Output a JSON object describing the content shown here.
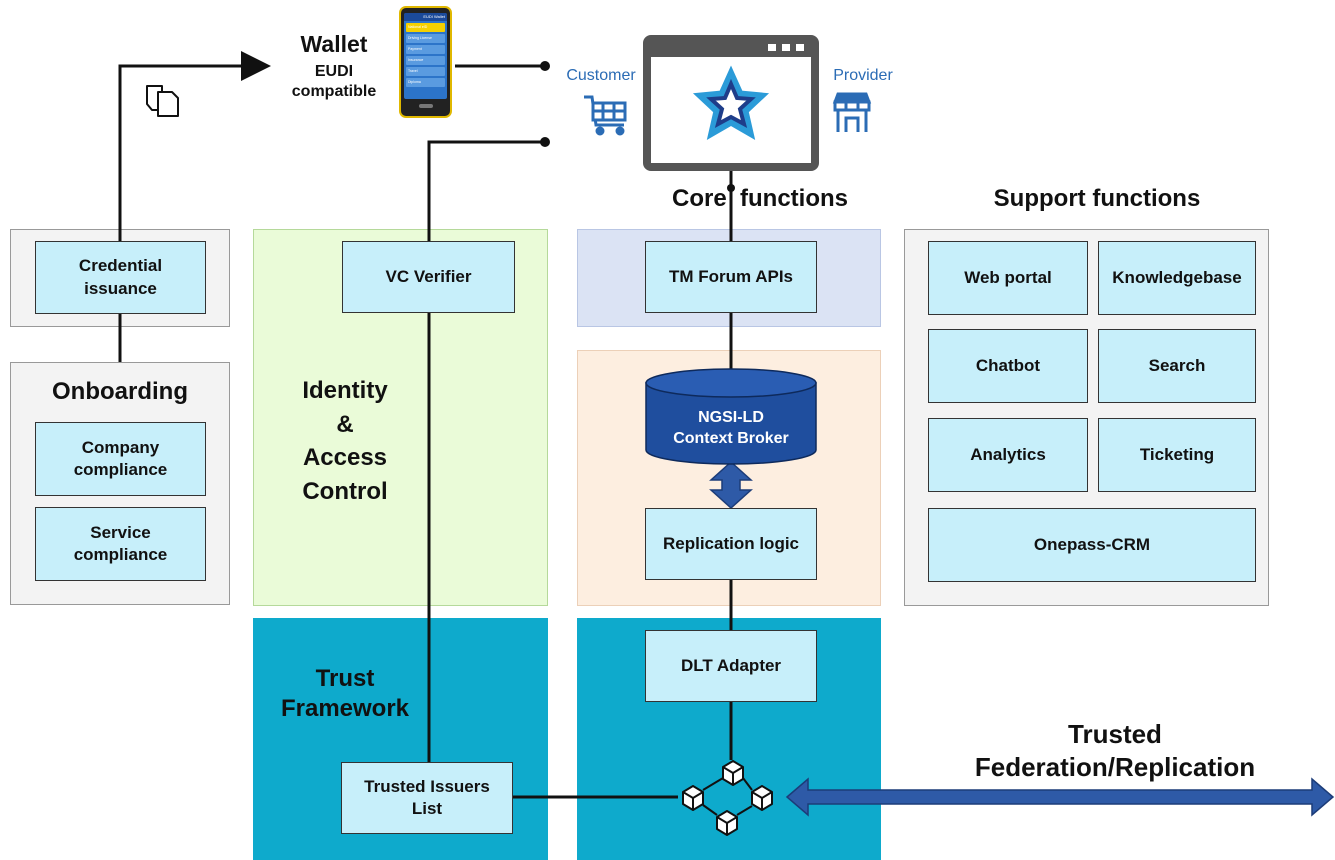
{
  "wallet": {
    "title": "Wallet",
    "subtitle": "EUDI\ncompatible",
    "phone_header": "EUDI Wallet",
    "phone_items": [
      "National eID",
      "Driving License",
      "Payment",
      "Insurance",
      "Travel",
      "Diploma"
    ]
  },
  "portal": {
    "customer_label": "Customer",
    "provider_label": "Provider"
  },
  "headings": {
    "core": "Core  functions",
    "support": "Support functions",
    "onboarding": "Onboarding",
    "identity": "Identity\n&\nAccess\nControl",
    "trust": "Trust\nFramework",
    "trusted_federation": "Trusted\nFederation/Replication"
  },
  "boxes": {
    "credential_issuance": "Credential\nissuance",
    "company_compliance": "Company\ncompliance",
    "service_compliance": "Service\ncompliance",
    "vc_verifier": "VC Verifier",
    "trusted_issuers": "Trusted Issuers\nList",
    "tm_forum": "TM Forum APIs",
    "context_broker": "NGSI-LD\nContext Broker",
    "replication_logic": "Replication logic",
    "dlt_adapter": "DLT Adapter",
    "web_portal": "Web portal",
    "knowledgebase": "Knowledgebase",
    "chatbot": "Chatbot",
    "search": "Search",
    "analytics": "Analytics",
    "ticketing": "Ticketing",
    "onepass_crm": "Onepass-CRM"
  },
  "colors": {
    "box_fill": "#c7effa",
    "identity_panel": "#eafbd8",
    "trust_panel": "#0eaacc",
    "tm_panel": "#dbe3f4",
    "broker_panel": "#fdeee0",
    "support_panel": "#f3f3f3",
    "database": "#1f4e9e",
    "arrow": "#2e5aa7",
    "portal_icon": "#2b6cb5"
  }
}
